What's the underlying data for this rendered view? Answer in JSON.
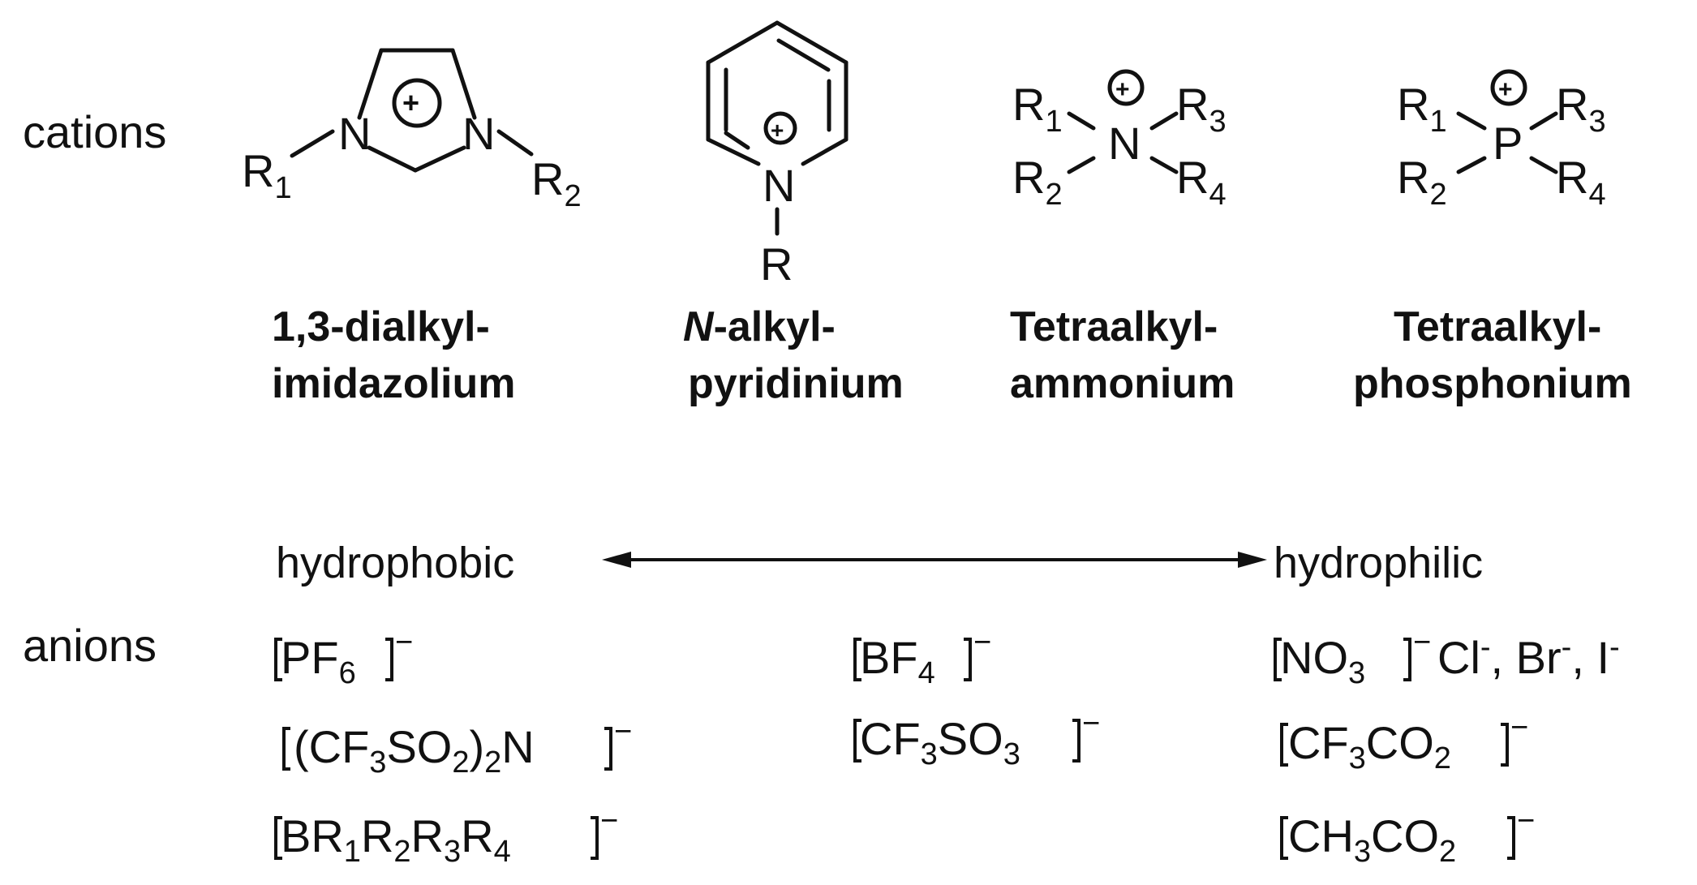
{
  "labels": {
    "cations": "cations",
    "anions": "anions",
    "hydrophobic": "hydrophobic",
    "hydrophilic": "hydrophilic"
  },
  "cations": [
    {
      "id": "imidazolium",
      "caption_line1": "1,3-dialkyl-",
      "caption_line2": "imidazolium",
      "atoms": [
        "N",
        "N",
        "R1",
        "R2",
        "+"
      ]
    },
    {
      "id": "pyridinium",
      "caption_line1_italic": "N",
      "caption_line1_rest": "-alkyl-",
      "caption_line2": "pyridinium",
      "atoms": [
        "N",
        "R",
        "+"
      ]
    },
    {
      "id": "ammonium",
      "caption_line1": "Tetraalkyl-",
      "caption_line2": "ammonium",
      "atoms": [
        "N",
        "R1",
        "R2",
        "R3",
        "R4",
        "+"
      ]
    },
    {
      "id": "phosphonium",
      "caption_line1": "Tetraalkyl-",
      "caption_line2": "phosphonium",
      "atoms": [
        "P",
        "R1",
        "R2",
        "R3",
        "R4",
        "+"
      ]
    }
  ],
  "anions": {
    "hydrophobic": [
      "[PF6]−",
      "[(CF3SO2)2N]−",
      "[BR1R2R3R4]−"
    ],
    "intermediate": [
      "[BF4]−",
      "[CF3SO3]−"
    ],
    "hydrophilic": [
      "[NO3]− Cl-, Br-, I-",
      "[CF3CO2]−",
      "[CH3CO2]−"
    ]
  },
  "colors": {
    "ink": "#111111",
    "background": "#ffffff"
  }
}
